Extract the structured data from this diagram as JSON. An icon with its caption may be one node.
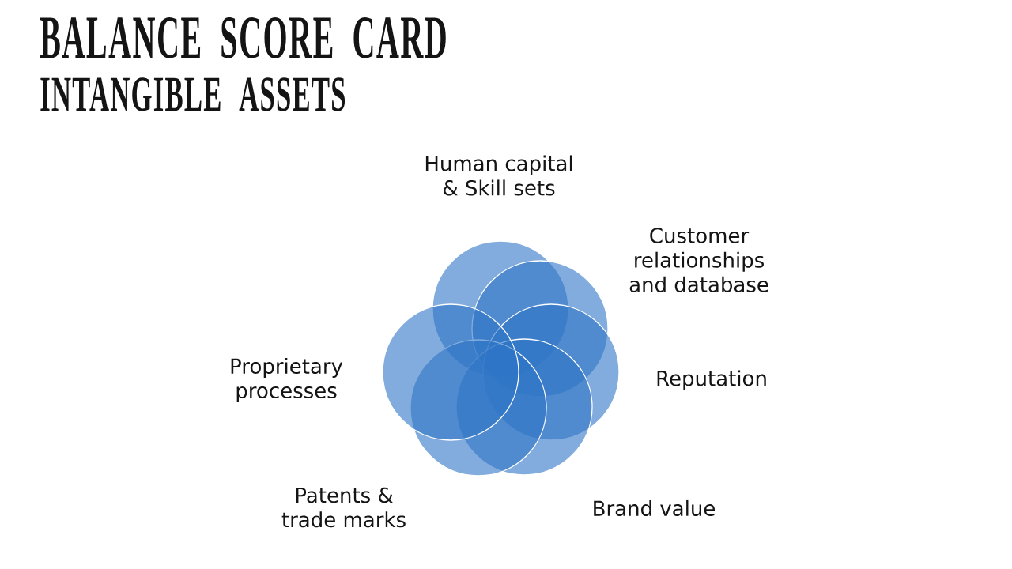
{
  "diagram": {
    "title": "BALANCE SCORE CARD",
    "labels": [
      "INTANGIBLE ASSETS",
      "Human capital & Skill sets",
      "Customer relationships and database",
      "Proprietary processes",
      "Reputation",
      "Patents & trade marks",
      "Brand value"
    ]
  }
}
